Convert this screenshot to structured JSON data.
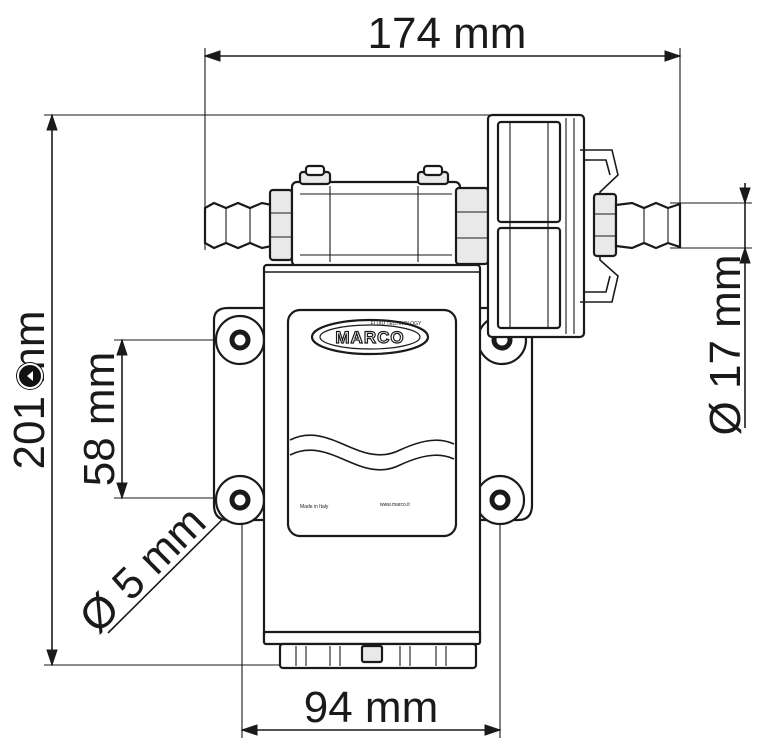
{
  "dimensions": {
    "overall_length": "174 mm",
    "overall_height": "201 mm",
    "hole_spacing_vertical": "58 mm",
    "hole_spacing_horizontal": "94 mm",
    "hose_diameter": "Ø 17 mm",
    "hole_diameter": "Ø 5 mm"
  },
  "pump": {
    "brand_logo": "MARCO",
    "logo_tagline": "FLUID TECHNOLOGY",
    "label_left": "Made in Italy",
    "label_right": "www.marco.it"
  },
  "colors": {
    "line": "#1a1a1a",
    "background": "#ffffff"
  }
}
